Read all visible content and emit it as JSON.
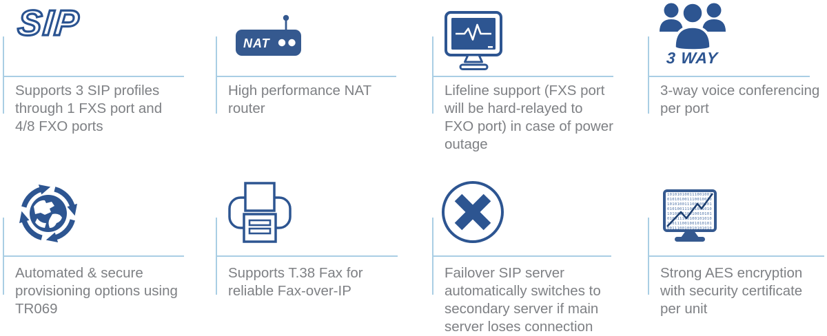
{
  "colors": {
    "accent": "#2d5591",
    "accent_soft": "#35598f",
    "trend_line": "#1d3f71",
    "divider_line": "#a9cee4",
    "body_text": "#7e8084",
    "background": "#ffffff"
  },
  "features": [
    {
      "icon": "sip-logo-icon",
      "icon_label": "SIP",
      "text": "Supports 3 SIP profiles through 1 FXS port and 4/8 FXO ports"
    },
    {
      "icon": "nat-router-icon",
      "icon_label": "NAT",
      "text": "High performance NAT router"
    },
    {
      "icon": "lifeline-monitor-icon",
      "text": "Lifeline support (FXS port will be hard-relayed to FXO port) in case of power outage"
    },
    {
      "icon": "conference-people-icon",
      "icon_label": "3 WAY",
      "text": "3-way voice conferencing per port"
    },
    {
      "icon": "globe-sync-icon",
      "text": "Automated & secure provisioning options using TR069"
    },
    {
      "icon": "fax-printer-icon",
      "text": "Supports T.38 Fax for reliable Fax-over-IP"
    },
    {
      "icon": "failover-cross-icon",
      "text": "Failover SIP server automatically switches to secondary server if main server loses connection"
    },
    {
      "icon": "encryption-monitor-icon",
      "binary": "101010100111001001010101001110010010101010011100100101010100111001001010101001110010010101010011100100101010100111001001010101001110010010101010011100100101010100111001001010101001110010010101010011100100101010100111001001010101001110010010101010011100100101010100111001001",
      "text": "Strong AES encryption with security certificate per unit"
    }
  ]
}
